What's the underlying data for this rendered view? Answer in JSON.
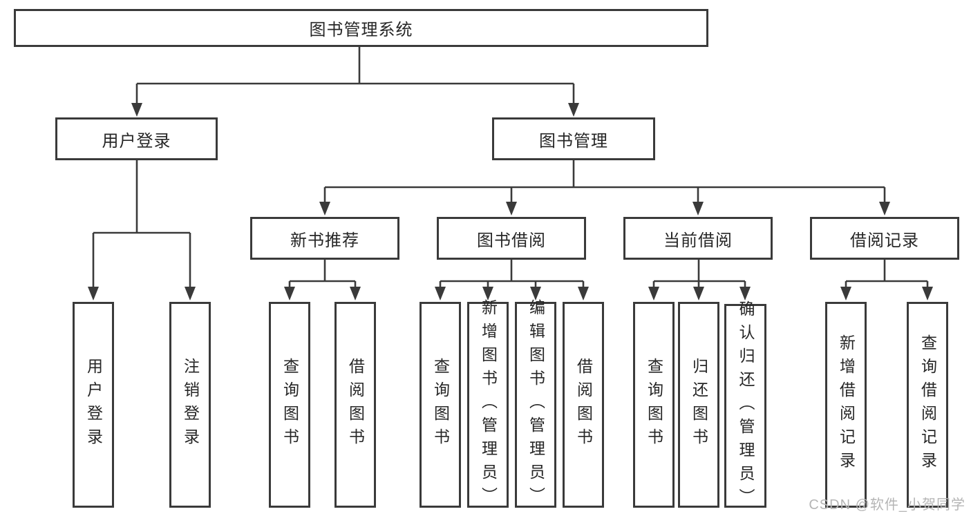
{
  "diagram": {
    "title": "图书管理系统",
    "tree": {
      "label": "图书管理系统",
      "children": [
        {
          "label": "用户登录",
          "children": [
            {
              "label": "用户登录"
            },
            {
              "label": "注销登录"
            }
          ]
        },
        {
          "label": "图书管理",
          "children": [
            {
              "label": "新书推荐",
              "children": [
                {
                  "label": "查询图书"
                },
                {
                  "label": "借阅图书"
                }
              ]
            },
            {
              "label": "图书借阅",
              "children": [
                {
                  "label": "查询图书"
                },
                {
                  "label": "新增图书（管理员）"
                },
                {
                  "label": "编辑图书（管理员）"
                },
                {
                  "label": "借阅图书"
                }
              ]
            },
            {
              "label": "当前借阅",
              "children": [
                {
                  "label": "查询图书"
                },
                {
                  "label": "归还图书"
                },
                {
                  "label": "确认归还（管理员）"
                }
              ]
            },
            {
              "label": "借阅记录",
              "children": [
                {
                  "label": "新增借阅记录"
                },
                {
                  "label": "查询借阅记录"
                }
              ]
            }
          ]
        }
      ]
    }
  },
  "watermark": {
    "text": "CSDN @软件_小贺同学"
  },
  "colors": {
    "background": "#ffffff",
    "line": "#3a3a3a",
    "border": "#3a3a3a",
    "text": "#262626",
    "watermark": "#b5b5b5"
  }
}
